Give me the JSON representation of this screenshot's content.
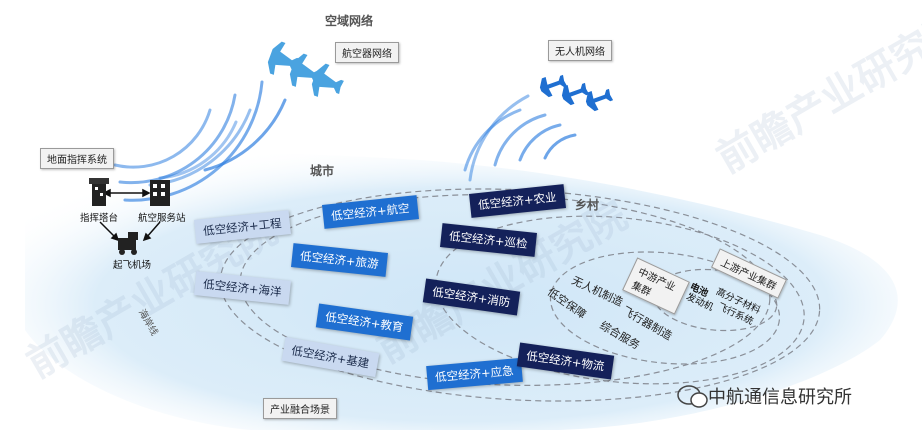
{
  "airspace_network": "空域网络",
  "aircraft_network": "航空器网络",
  "drone_network": "无人机网络",
  "city": "城市",
  "village": "乡村",
  "ground_command": "地面指挥系统",
  "command_tower": "指挥塔台",
  "aviation_station": "航空服务站",
  "takeoff_airport": "起飞机场",
  "coastline": "海岸线",
  "scenes": {
    "engineering": "低空经济+工程",
    "ocean": "低空经济+海洋",
    "infrastructure": "低空经济+基建",
    "aviation": "低空经济+航空",
    "tourism": "低空经济+旅游",
    "education": "低空经济+教育",
    "emergency": "低空经济+应急",
    "agriculture": "低空经济+农业",
    "patrol": "低空经济+巡检",
    "firefighting": "低空经济+消防",
    "logistics": "低空经济+物流"
  },
  "fusion_scene": "产业融合场景",
  "midstream": {
    "drone_manufacturing": "无人机制造",
    "low_altitude_support": "低空保障",
    "aircraft_manufacturing": "飞行器制造",
    "integrated_service": "综合服务",
    "cluster": "中游产业集群"
  },
  "upstream": {
    "battery": "电池",
    "engine": "发动机",
    "polymer": "高分子材料",
    "flight_system": "飞行系统",
    "cluster": "上游产业集群"
  },
  "watermark_source": "中航通信息研究所",
  "watermark_bg": "前瞻产业研究院",
  "colors": {
    "light_box": "#c9d9f0",
    "mid_box": "#1f6fd1",
    "dark_box": "#14215a",
    "signal_blue": "#2f7fe0"
  },
  "icons": [
    "airplane-icon",
    "drone-plane-icon",
    "tower-icon",
    "building-icon",
    "truck-icon",
    "wechat-icon"
  ]
}
